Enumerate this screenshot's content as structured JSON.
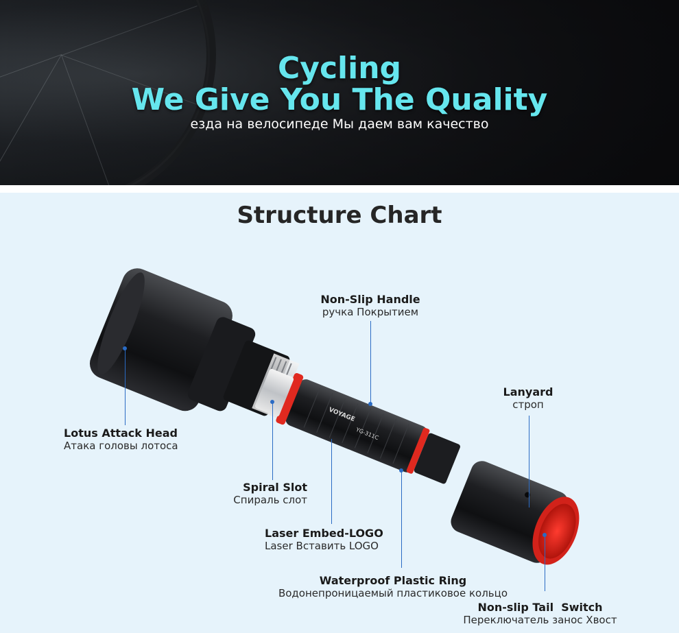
{
  "banner": {
    "title_line1": "Cycling",
    "title_line2": "We Give You The Quality",
    "subtitle_ru": "езда на велосипеде Мы даем вам качество",
    "title_color": "#66e6ee"
  },
  "section": {
    "title": "Structure Chart",
    "background": "#e6f3fb"
  },
  "product": {
    "engraving_brand": "VOYAGE",
    "engraving_model": "YG-311C"
  },
  "callouts": {
    "non_slip_handle": {
      "en": "Non-Slip Handle",
      "ru": "ручка Покрытием"
    },
    "lotus_head": {
      "en": "Lotus Attack Head",
      "ru": "Атака головы лотоса"
    },
    "lanyard": {
      "en": "Lanyard",
      "ru": "строп"
    },
    "spiral_slot": {
      "en": "Spiral Slot",
      "ru": "Спираль слот"
    },
    "laser_logo": {
      "en": "Laser Embed-LOGO",
      "ru": "Laser Вставить LOGO"
    },
    "waterproof_ring": {
      "en": "Waterproof Plastic Ring",
      "ru": "Водонепроницаемый пластиковое кольцо"
    },
    "tail_switch": {
      "en": "Non-slip Tail  Switch",
      "ru": "Переключатель занос Хвост"
    }
  },
  "colors": {
    "callout_line": "#2a6bc4",
    "ring_red": "#e0291f",
    "body_black": "#1b1c1e"
  }
}
